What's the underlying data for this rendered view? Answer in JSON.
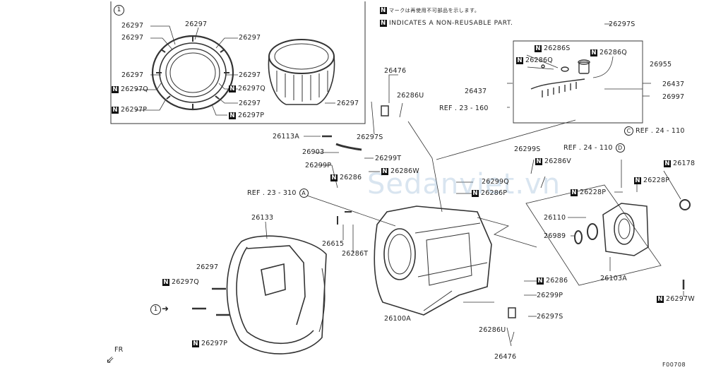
{
  "notes": {
    "jp": "マークは再使用不可部品を示します。",
    "en": "INDICATES A NON-REUSABLE PART."
  },
  "watermark": "Sedanviet.vn",
  "figure_code": "F00708",
  "front_label": "FR",
  "inset": {
    "circle": "1",
    "left": [
      "26297",
      "26297",
      "26297",
      "26297Q",
      "26297P"
    ],
    "top": "26297",
    "right": [
      "26297",
      "26297",
      "26297Q",
      "26297P",
      "26297"
    ],
    "mid_right": "26297"
  },
  "labels": {
    "l26476a": "26476",
    "l26286U_a": "26286U",
    "l26297S_a": "26297S",
    "l26113A": "26113A",
    "l26903": "26903",
    "l26299T": "26299T",
    "l26286W": "26286W",
    "l26299P_a": "26299P",
    "l26286_a": "26286",
    "ref23_310": "REF . 23 - 310",
    "circA": "A",
    "l26299Q": "26299Q",
    "l26286P": "26286P",
    "l26133": "26133",
    "l26615": "26615",
    "l26286T": "26286T",
    "l26297": "26297",
    "l26297Q": "26297Q",
    "circ1": "1",
    "l26297P": "26297P",
    "l26100A": "26100A",
    "l26286_b": "26286",
    "l26299P_b": "26299P",
    "l26297S_b": "26297S",
    "l26286U_b": "26286U",
    "l26476b": "26476",
    "l26297S_top": "26297S",
    "l26286S": "26286S",
    "l26286Q": "26286Q",
    "l26286Q_b": "26286Q",
    "l26955": "26955",
    "l26437_a": "26437",
    "l26437_b": "26437",
    "l26997": "26997",
    "ref23_160": "REF . 23 - 160",
    "ref24_110_c": "REF . 24 - 110",
    "circC": "C",
    "ref24_110_d": "REF . 24 - 110",
    "circD": "D",
    "l26299S": "26299S",
    "l26286V": "26286V",
    "l26178": "26178",
    "l26228P_a": "26228P",
    "l26228P_b": "26228P",
    "l26110": "26110",
    "l26989": "26989",
    "l26103A": "26103A",
    "l26297W": "26297W"
  }
}
